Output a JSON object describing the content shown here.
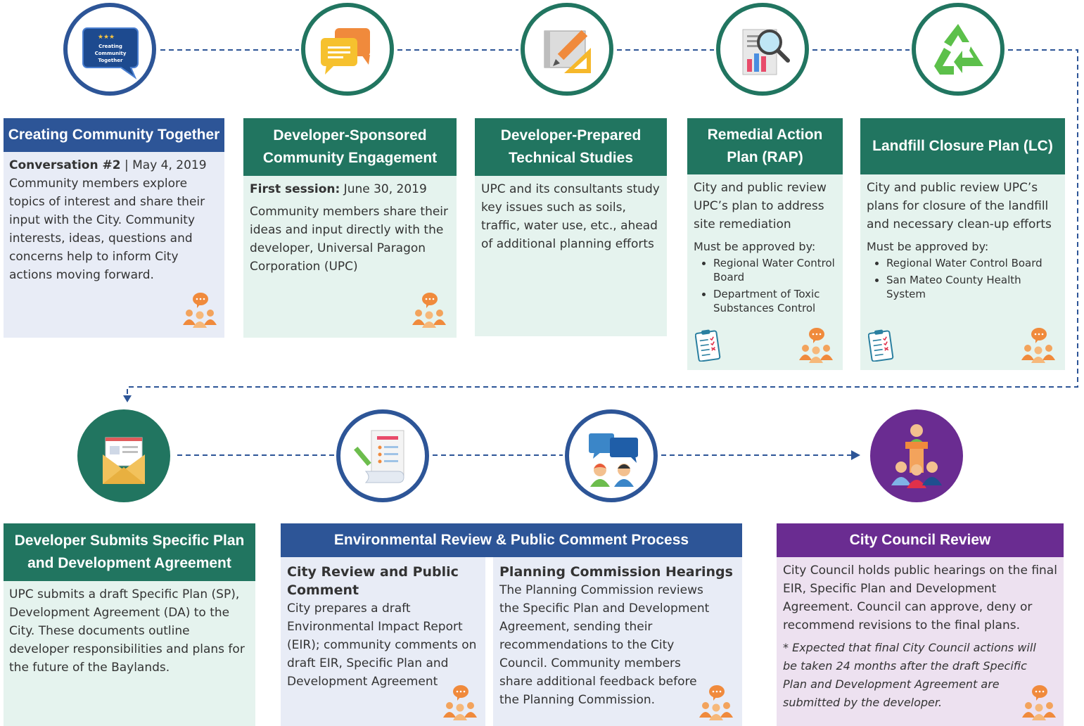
{
  "top_row": [
    {
      "id": "cct",
      "icon": "speech-bubble-icon",
      "badge": [
        "Creating",
        "Community",
        "Together"
      ],
      "title": "Creating Community Together",
      "meta_bold": "Conversation #2",
      "meta_rest": " | May 4, 2019",
      "body": "Community members explore topics of interest and share their input with the City. Community interests, ideas, questions and concerns help to inform City actions moving forward."
    },
    {
      "id": "dsce",
      "icon": "chat-bubbles-icon",
      "title": "Developer-Sponsored Community Engagement",
      "meta_bold": "First session:",
      "meta_rest": " June 30, 2019",
      "body": "Community members share their ideas and input directly with the developer, Universal Paragon Corporation (UPC)"
    },
    {
      "id": "dpts",
      "icon": "blueprint-pencil-icon",
      "title": "Developer-Prepared Technical Studies",
      "body": "UPC and its consultants study key issues such as soils, traffic, water use, etc., ahead of additional planning efforts"
    },
    {
      "id": "rap",
      "icon": "report-magnifier-icon",
      "title": "Remedial Action Plan (RAP)",
      "body": "City and public review UPC’s plan to address site remediation",
      "approved_label": "Must be approved by:",
      "approvers": [
        "Regional Water Control Board",
        "Department of Toxic Substances Control"
      ]
    },
    {
      "id": "lc",
      "icon": "recycle-icon",
      "title": "Landfill Closure Plan (LC)",
      "body": "City and public review UPC’s plans for closure of the landfill and necessary clean-up efforts",
      "approved_label": "Must be approved by:",
      "approvers": [
        "Regional Water Control Board",
        "San Mateo County Health System"
      ]
    }
  ],
  "bottom_row": {
    "submit": {
      "icon": "envelope-icon",
      "title": "Developer Submits Specific Plan and Development Agreement",
      "body": "UPC submits a draft Specific Plan (SP), Development Agreement (DA) to the City. These documents outline developer responsibilities and plans for the future of the Baylands."
    },
    "env": {
      "icons": [
        "document-checklist-icon",
        "discussion-people-icon"
      ],
      "title": "Environmental Review & Public Comment Process",
      "left_heading": "City Review and Public Comment",
      "left_body": "City prepares a draft Environmental Impact Report (EIR); community comments on draft EIR, Specific Plan and Development Agreement",
      "right_heading": "Planning Commission Hearings",
      "right_body": "The Planning Commission reviews the Specific Plan and Development Agreement, sending their recommendations to the City Council. Community members share additional feedback before the Planning Commission."
    },
    "council": {
      "icon": "podium-audience-icon",
      "title": "City Council Review",
      "body": "City Council holds public hearings on the final EIR, Specific Plan and Development Agreement. Council can approve, deny or recommend revisions to the final plans.",
      "note": "* Expected that final City Council actions will be taken 24 months after the draft Specific Plan and Development Agreement are submitted by the developer."
    }
  },
  "colors": {
    "blue": "#2d5597",
    "green": "#217560",
    "purple": "#6a2c91",
    "card_blue": "#e8ecf6",
    "card_green": "#e5f3ee",
    "card_purple": "#ede1f0",
    "dash": "#2d5597"
  }
}
